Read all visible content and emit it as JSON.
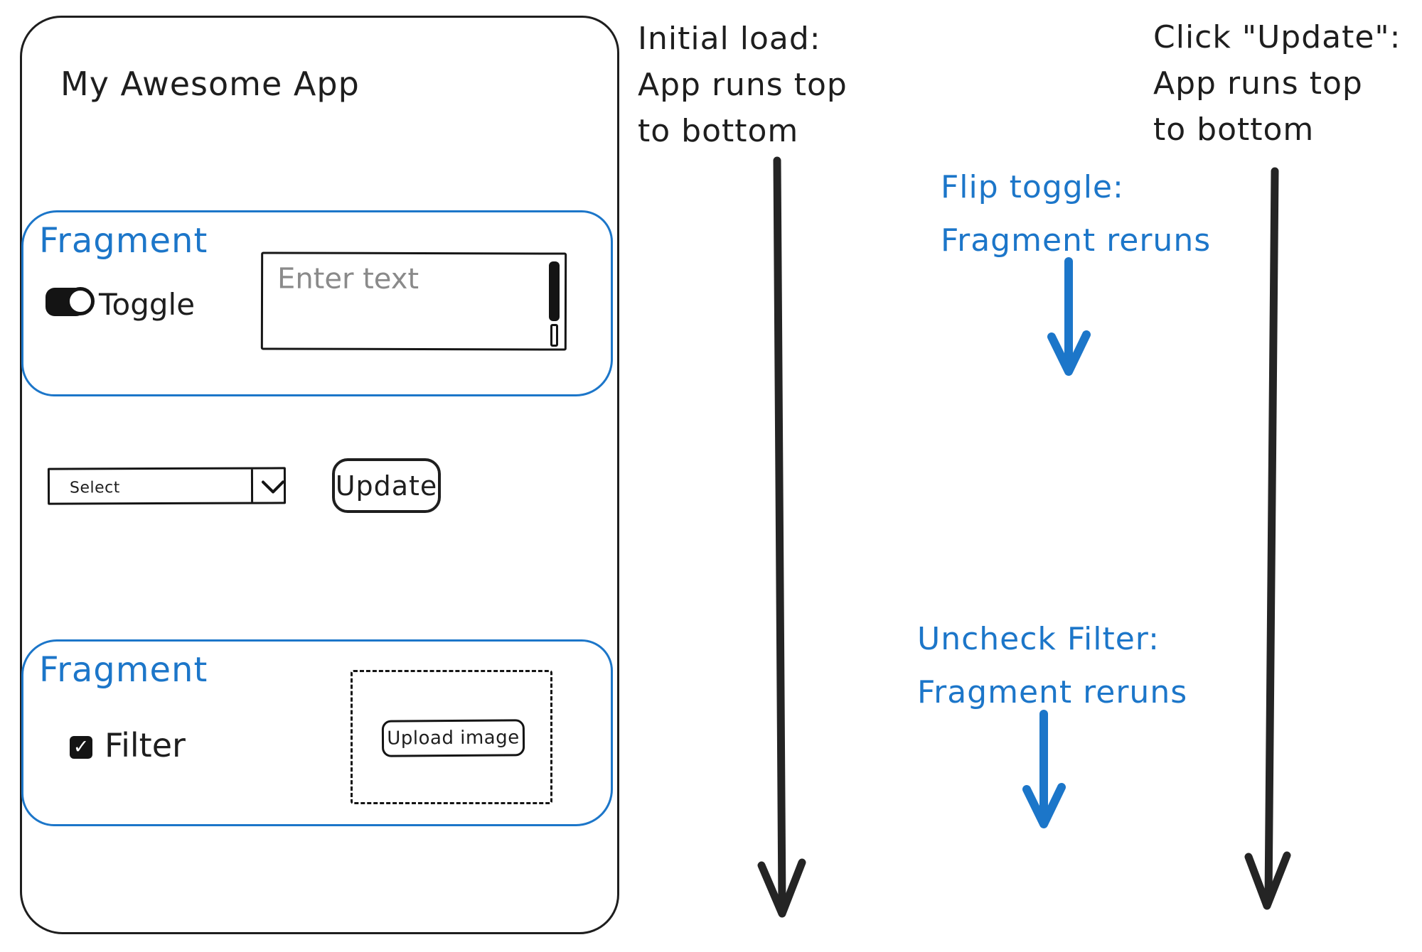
{
  "app": {
    "title": "My Awesome App",
    "fragments": [
      {
        "label": "Fragment",
        "controls": {
          "toggle_label": "Toggle",
          "toggle_on": true,
          "text_input_placeholder": "Enter text"
        }
      },
      {
        "label": "Fragment",
        "controls": {
          "checkbox_label": "Filter",
          "checkbox_checked": true,
          "upload_button_label": "Upload image"
        }
      }
    ],
    "select": {
      "value": "Select"
    },
    "update_button_label": "Update"
  },
  "annotations": {
    "initial_load": {
      "lines": [
        "Initial load:",
        "App runs top",
        "to bottom"
      ],
      "color": "#1e1e1e"
    },
    "flip_toggle": {
      "lines": [
        "Flip toggle:",
        "Fragment reruns"
      ],
      "color": "#1c76c9"
    },
    "uncheck_filter": {
      "lines": [
        "Uncheck Filter:",
        "Fragment reruns"
      ],
      "color": "#1c76c9"
    },
    "click_update": {
      "lines": [
        "Click \"Update\":",
        "App runs top",
        "to bottom"
      ],
      "color": "#1e1e1e"
    }
  },
  "glyphs": {
    "check": "✓"
  },
  "colors": {
    "ink": "#1e1e1e",
    "accent_blue": "#1c76c9",
    "placeholder_gray": "#8a8a8a",
    "background": "#ffffff"
  }
}
